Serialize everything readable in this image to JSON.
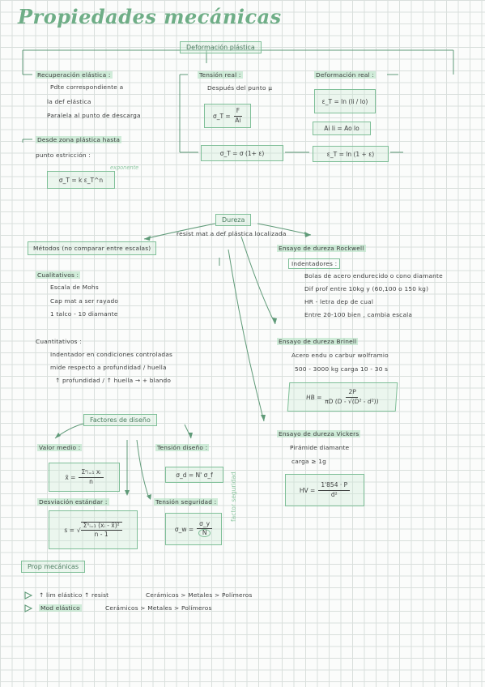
{
  "title": "Propiedades mecánicas",
  "deformacion": {
    "heading": "Deformación plástica",
    "recuperacion": {
      "title": "Recuperación elástica :",
      "lines": [
        "Pdte correspondiente a",
        "la def elástica",
        "Paralela al punto de descarga"
      ]
    },
    "desde": {
      "line1": "Desde zona plástica hasta",
      "line2": "punto estricción :"
    },
    "formula_estriccion": "σ_T = k ε_T^n",
    "formula_note": "exponente",
    "tension_real": {
      "title": "Tensión real :",
      "line": "Después del punto µ",
      "formula_lhs": "σ_T =",
      "formula_num": "F",
      "formula_den": "Ai",
      "formula2": "σ_T = σ (1+ ε)"
    },
    "deformacion_real": {
      "title": "Deformación real :",
      "formula1": "ε_T = ln (li / lo)",
      "formula_mid": "Ai li = Ao lo",
      "formula2": "ε_T = ln (1 + ε)"
    }
  },
  "dureza": {
    "heading": "Dureza",
    "subtitle": "resist mat a def plástica localizada",
    "metodos": "Métodos (no comparar entre escalas)",
    "cualitativos": {
      "title": "Cualitativos :",
      "lines": [
        "Escala de Mohs",
        "Cap mat a ser rayado",
        "1 talco - 10 diamante"
      ]
    },
    "cuantitativos": {
      "title": "Cuantitativos :",
      "lines": [
        "Indentador en condiciones controladas",
        "mide respecto a profundidad / huella",
        "↑ profundidad / ↑ huella → + blando"
      ]
    },
    "rockwell": {
      "title": "Ensayo de dureza Rockwell",
      "sub": "Indentadores :",
      "lines": [
        "Bolas de acero endurecido o cono diamante",
        "Dif prof entre 10kg y (60,100 o 150 kg)",
        "HR - letra dep de cual",
        "Entre 20-100 bien , cambia escala"
      ]
    },
    "brinell": {
      "title": "Ensayo de dureza Brinell",
      "lines": [
        "Acero endu o carbur wolframio",
        "500 - 3000 kg carga 10 - 30 s"
      ],
      "formula_lhs": "HB =",
      "formula_num": "2P",
      "formula_den": "πD (D - √(D² - d²))"
    },
    "vickers": {
      "title": "Ensayo de dureza Vickers",
      "lines": [
        "Pirámide diamante",
        "carga ≥ 1g"
      ],
      "formula_lhs": "HV =",
      "formula_num": "1'854 · P",
      "formula_den": "d²"
    }
  },
  "factores": {
    "heading": "Factores de diseño",
    "valor_medio": {
      "title": "Valor medio :",
      "lhs": "x̄ =",
      "num": "Σⁿᵢ₌₁ xᵢ",
      "den": "n"
    },
    "desviacion": {
      "title": "Desviación estándar :",
      "lhs": "s =",
      "num": "Σⁿᵢ₌₁ (xᵢ - x̄)²",
      "den": "n - 1"
    },
    "tension_diseno": {
      "title": "Tensión diseño :",
      "formula": "σ_d = N' σ_f"
    },
    "tension_seguridad": {
      "title": "Tensión seguridad :",
      "lhs": "σ_w =",
      "num": "σ_y",
      "den": "N"
    },
    "side_note": "factor seguridad"
  },
  "prop_mecanicas": {
    "heading": "Prop mecánicas",
    "rows": [
      {
        "left": "↑ lim elástico ↑ resist",
        "right": "Cerámicos > Metales > Polímeros"
      },
      {
        "left": "Mod elástico",
        "right": "Cerámicos > Metales > Polímeros"
      }
    ]
  },
  "colors": {
    "accent": "#7fbf98",
    "title": "#6fae87",
    "highlight": "#adebbf",
    "ink": "#3b3d3d"
  }
}
